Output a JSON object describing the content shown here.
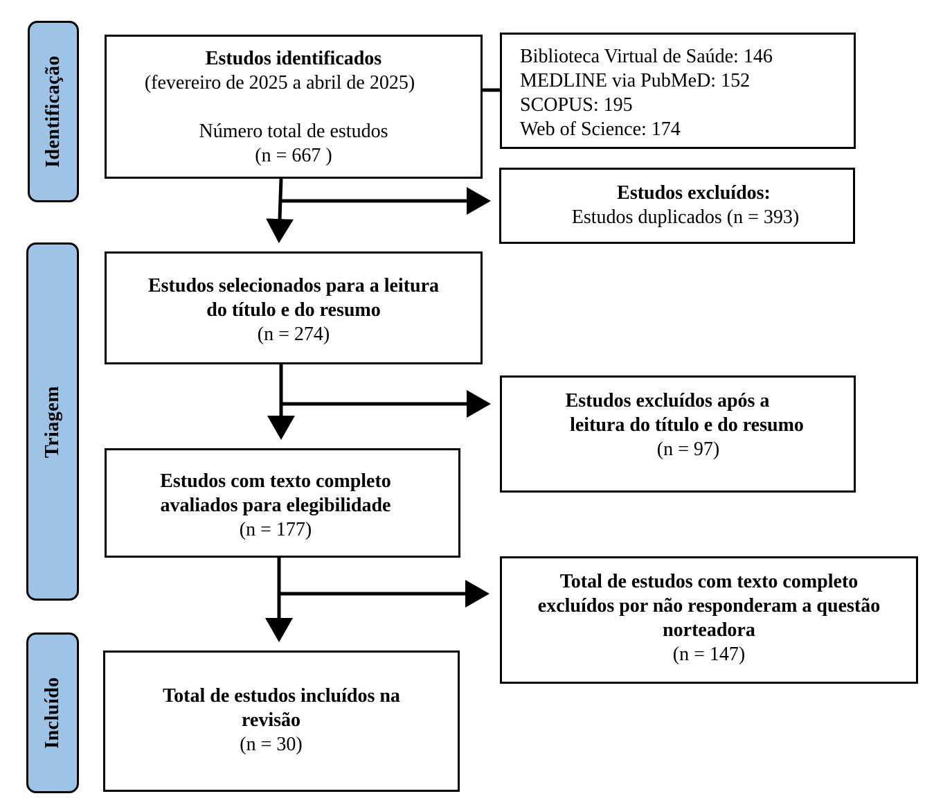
{
  "phases": {
    "identificacao": "Identificação",
    "triagem": "Triagem",
    "incluido": "Incluído"
  },
  "boxes": {
    "identified": {
      "title": "Estudos identificados",
      "period": "(fevereiro de 2025 a abril de 2025)",
      "total_label": "Número total de estudos",
      "count": "(n = 667 )"
    },
    "sources": {
      "lines": [
        "Biblioteca Virtual de Saúde: 146",
        "MEDLINE via PubMeD: 152",
        "SCOPUS: 195",
        "Web of Science: 174"
      ]
    },
    "duplicates": {
      "title": "Estudos excluídos:",
      "text": "Estudos duplicados (n = 393)"
    },
    "screened": {
      "title_line1": "Estudos selecionados para a leitura",
      "title_line2": "do título e do resumo",
      "count": "(n = 274)"
    },
    "excluded_title_abstract": {
      "title_line1": "Estudos excluídos após a",
      "title_line2": "leitura do título e do resumo",
      "count": "(n = 97)"
    },
    "full_text": {
      "title_line1": "Estudos com texto completo",
      "title_line2": "avaliados para elegibilidade",
      "count": "(n = 177)"
    },
    "excluded_full_text": {
      "title_line1": "Total de estudos com texto completo",
      "title_line2": "excluídos por não responderam a questão",
      "title_line3": "norteadora",
      "count": "(n = 147)"
    },
    "included": {
      "title_line1": "Total de estudos incluídos na",
      "title_line2": "revisão",
      "count": "(n = 30)"
    }
  },
  "colors": {
    "phase_fill": "#9dc3e6",
    "stroke": "#000000"
  }
}
